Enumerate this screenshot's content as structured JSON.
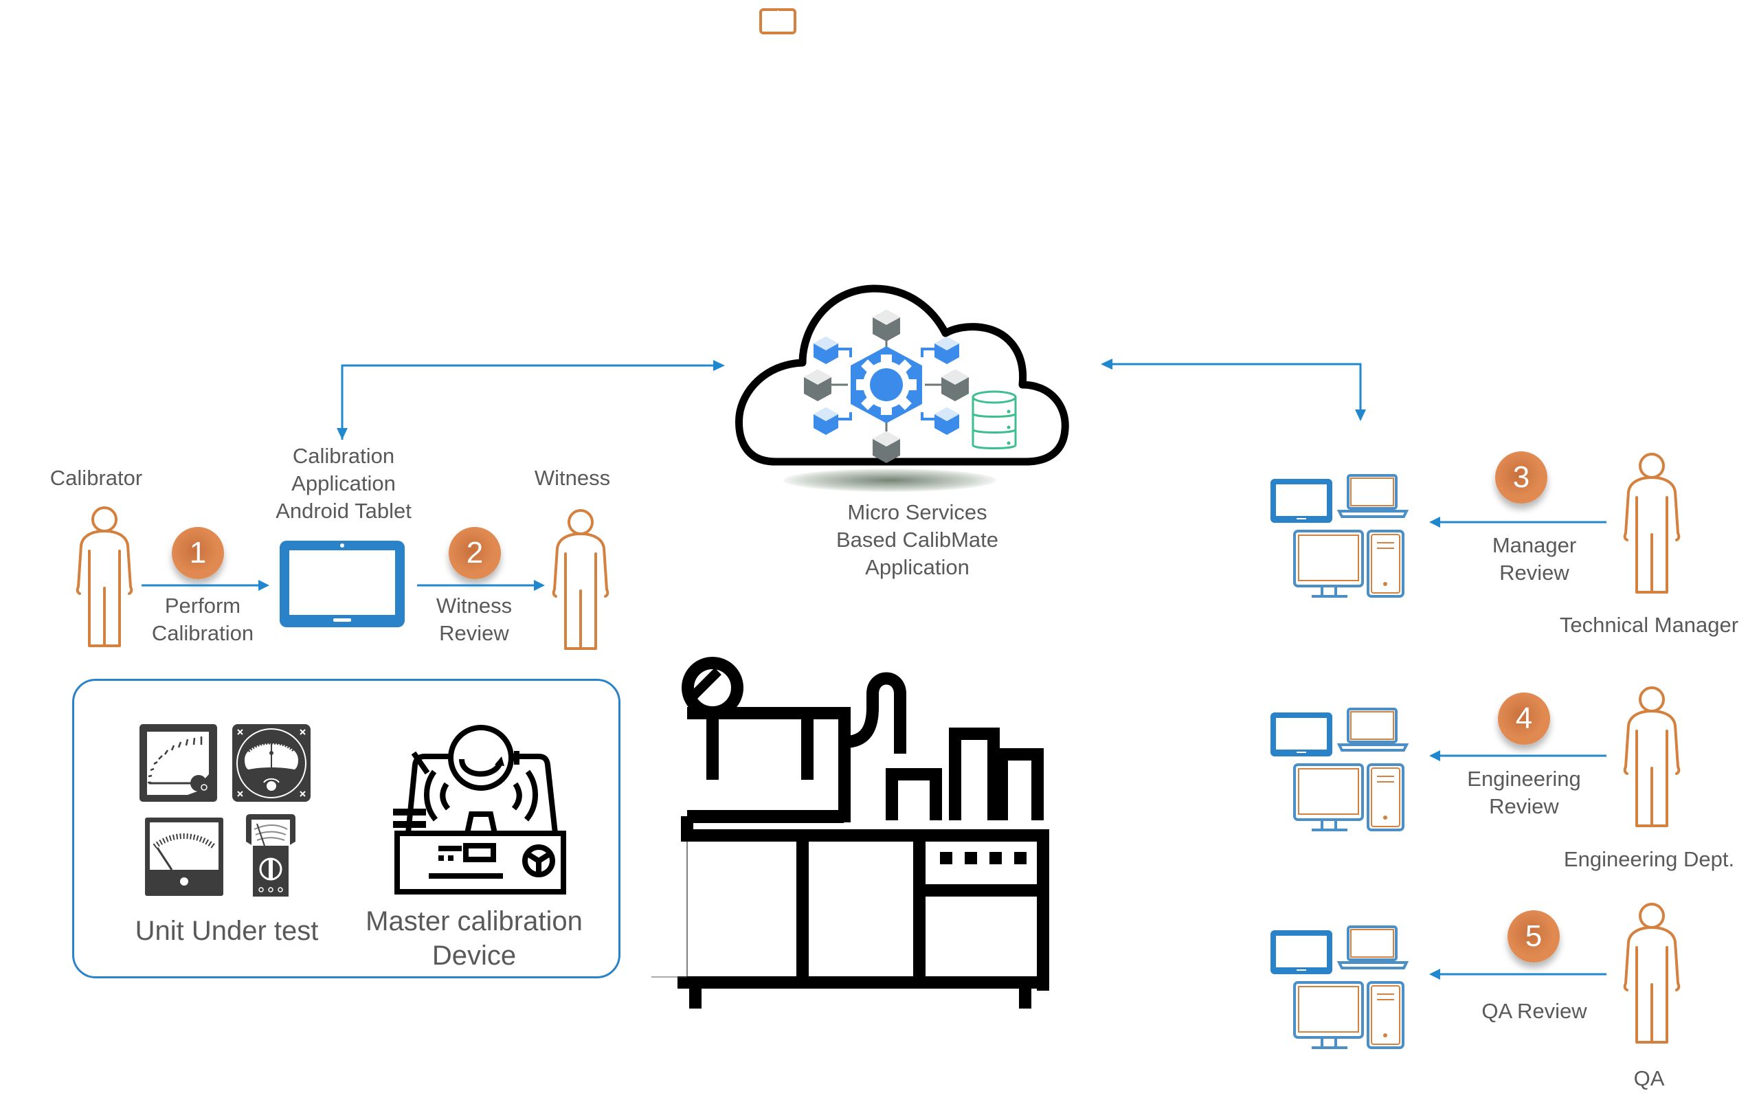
{
  "diagram": {
    "title_icon": "tablet-icon",
    "cloud": {
      "label_lines": [
        "Micro Services",
        "Based CalibMate",
        "Application"
      ],
      "icons": [
        "microservices-hub-icon",
        "database-icon"
      ]
    },
    "left_flow": {
      "calibrator": {
        "label": "Calibrator",
        "icon": "person-icon"
      },
      "step1": {
        "number": "1",
        "label_lines": [
          "Perform",
          "Calibration"
        ]
      },
      "tablet": {
        "label_lines": [
          "Calibration",
          "Application",
          "Android Tablet"
        ],
        "icon": "tablet-icon"
      },
      "step2": {
        "number": "2",
        "label_lines": [
          "Witness",
          "Review"
        ]
      },
      "witness": {
        "label": "Witness",
        "icon": "person-icon"
      }
    },
    "equipment_box": {
      "unit_under_test": {
        "label": "Unit Under test",
        "icons": [
          "analog-meter-icon",
          "panel-meter-icon",
          "voltmeter-icon",
          "multimeter-icon"
        ]
      },
      "master_device": {
        "label_lines": [
          "Master calibration",
          "Device"
        ],
        "icon": "calibration-device-icon"
      }
    },
    "machine": {
      "icon": "industrial-machine-icon"
    },
    "reviews": [
      {
        "number": "3",
        "label_lines": [
          "Manager",
          "Review"
        ],
        "role": "Technical Manager"
      },
      {
        "number": "4",
        "label_lines": [
          "Engineering",
          "Review"
        ],
        "role": "Engineering Dept."
      },
      {
        "number": "5",
        "label_lines": [
          "QA Review"
        ],
        "role": "QA"
      }
    ],
    "colors": {
      "orange": "#d4803f",
      "badge": "#e0884f",
      "blue": "#2a82c8",
      "arrow": "#1f88cf",
      "micro_blue": "#3b8beb",
      "micro_gray": "#6e7777",
      "db_green": "#3dbe8e",
      "text": "#595959",
      "meter_dark": "#3d3d3d"
    }
  }
}
